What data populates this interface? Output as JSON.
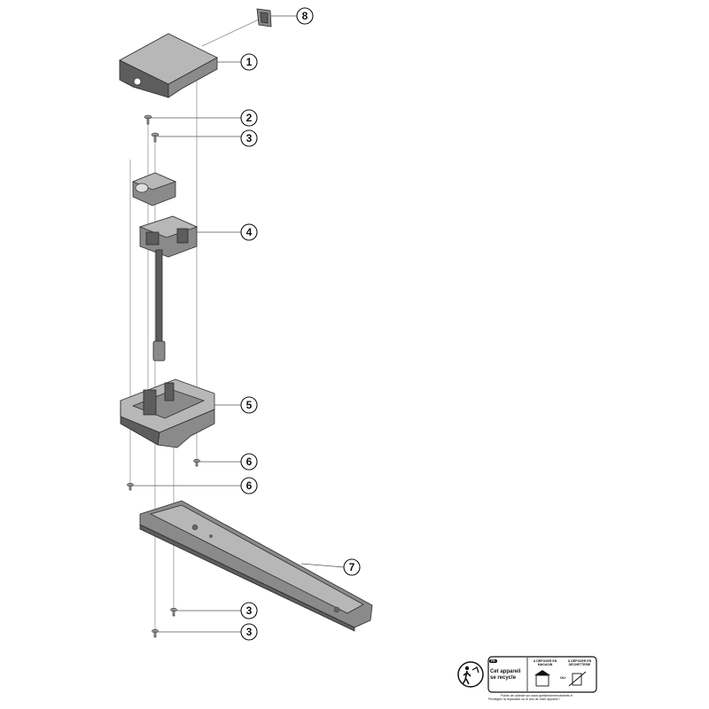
{
  "diagram": {
    "callouts": [
      "8",
      "1",
      "2",
      "3",
      "4",
      "5",
      "6",
      "6",
      "7",
      "3",
      "3"
    ]
  },
  "recycle_label": {
    "tag": "FR",
    "main_line1": "Cet appareil",
    "main_line2": "se recycle",
    "option1": "À DÉPOSER EN MAGASIN",
    "or": "OU",
    "option2": "À DÉPOSER EN DÉCHETTERIE",
    "footer1": "Points de collecte sur www.quefairedemesdechets.fr",
    "footer2": "Privilégiez la réparation ou le don de votre appareil !"
  },
  "colors": {
    "part_dark": "#5d5d5d",
    "part_mid": "#8a8a8a",
    "part_light": "#b7b7b7"
  }
}
